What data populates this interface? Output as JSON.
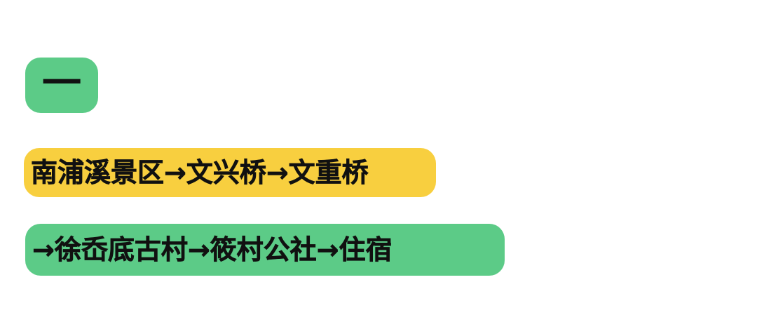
{
  "section": {
    "number_label": "一"
  },
  "route": {
    "line1": "南浦溪景区→文兴桥→文重桥",
    "line2": "→徐岙底古村→筱村公社→住宿"
  },
  "colors": {
    "badge": "#5ccb87",
    "line1_background": "#f8cf3f",
    "line2_background": "#5ccb87",
    "text": "#111111"
  }
}
